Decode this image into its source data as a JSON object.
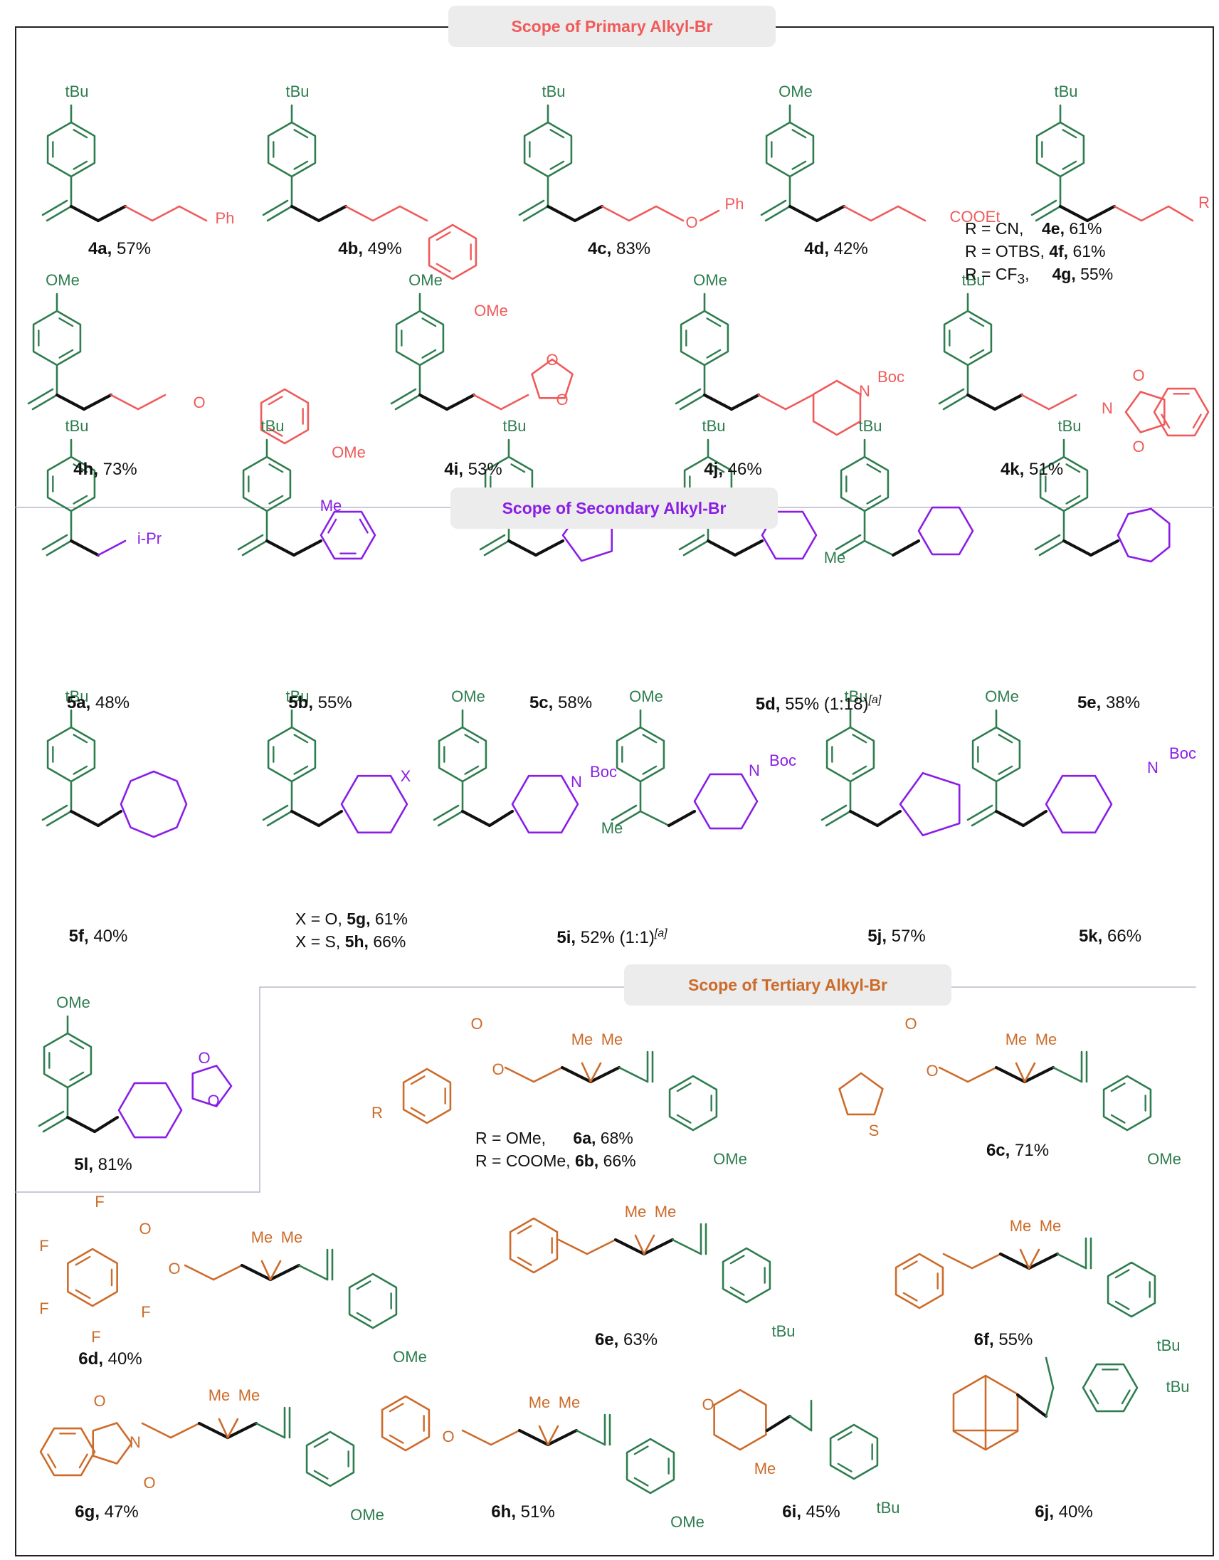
{
  "colors": {
    "aryl": "#2e7d4f",
    "primary": "#f05a5a",
    "secondary": "#8a1ee6",
    "tertiary": "#cc6b2a",
    "bond": "#111111",
    "rule": "#b8b8cc"
  },
  "sections": {
    "primary": "Scope of Primary Alkyl-Br",
    "secondary": "Scope of Secondary Alkyl-Br",
    "tertiary": "Scope of Tertiary Alkyl-Br"
  },
  "compounds": {
    "c4a": {
      "id": "4a",
      "yield": "57%"
    },
    "c4b": {
      "id": "4b",
      "yield": "49%"
    },
    "c4c": {
      "id": "4c",
      "yield": "83%"
    },
    "c4d": {
      "id": "4d",
      "yield": "42%"
    },
    "c4h": {
      "id": "4h",
      "yield": "73%"
    },
    "c4i": {
      "id": "4i",
      "yield": "53%"
    },
    "c4j": {
      "id": "4j",
      "yield": "46%"
    },
    "c4k": {
      "id": "4k",
      "yield": "51%"
    },
    "c5a": {
      "id": "5a",
      "yield": "48%"
    },
    "c5b": {
      "id": "5b",
      "yield": "55%"
    },
    "c5c": {
      "id": "5c",
      "yield": "58%"
    },
    "c5d": {
      "id": "5d",
      "yield": "55% (1:18)",
      "note": "a"
    },
    "c5e": {
      "id": "5e",
      "yield": "38%"
    },
    "c5f": {
      "id": "5f",
      "yield": "40%"
    },
    "c5i": {
      "id": "5i",
      "yield": "52% (1:1)",
      "note": "a"
    },
    "c5j": {
      "id": "5j",
      "yield": "57%"
    },
    "c5k": {
      "id": "5k",
      "yield": "66%"
    },
    "c5l": {
      "id": "5l",
      "yield": "81%"
    },
    "c6c": {
      "id": "6c",
      "yield": "71%"
    },
    "c6d": {
      "id": "6d",
      "yield": "40%"
    },
    "c6e": {
      "id": "6e",
      "yield": "63%"
    },
    "c6f": {
      "id": "6f",
      "yield": "55%"
    },
    "c6g": {
      "id": "6g",
      "yield": "47%"
    },
    "c6h": {
      "id": "6h",
      "yield": "51%"
    },
    "c6i": {
      "id": "6i",
      "yield": "45%"
    },
    "c6j": {
      "id": "6j",
      "yield": "40%"
    }
  },
  "variants": {
    "v4": [
      {
        "r": "R = CN,",
        "id": "4e,",
        "yield": "61%"
      },
      {
        "r": "R = OTBS,",
        "id": "4f,",
        "yield": "61%"
      },
      {
        "r": "R = CF",
        "sub": "3",
        "tail": ",",
        "id": "4g,",
        "yield": "55%"
      }
    ],
    "v5": [
      {
        "r": "X = O,",
        "id": "5g,",
        "yield": "61%"
      },
      {
        "r": "X = S,",
        "id": "5h,",
        "yield": "66%"
      }
    ],
    "v6": [
      {
        "r": "R = OMe,",
        "id": "6a,",
        "yield": "68%"
      },
      {
        "r": "R = COOMe,",
        "id": "6b,",
        "yield": "66%"
      }
    ]
  },
  "atoms": {
    "tbu": "tBu",
    "ome": "OMe",
    "ph": "Ph",
    "o": "O",
    "n": "N",
    "s": "S",
    "x": "X",
    "r": "R",
    "f": "F",
    "me": "Me",
    "boc": "Boc",
    "coo_et": "COOEt",
    "ipr": "i-Pr"
  }
}
